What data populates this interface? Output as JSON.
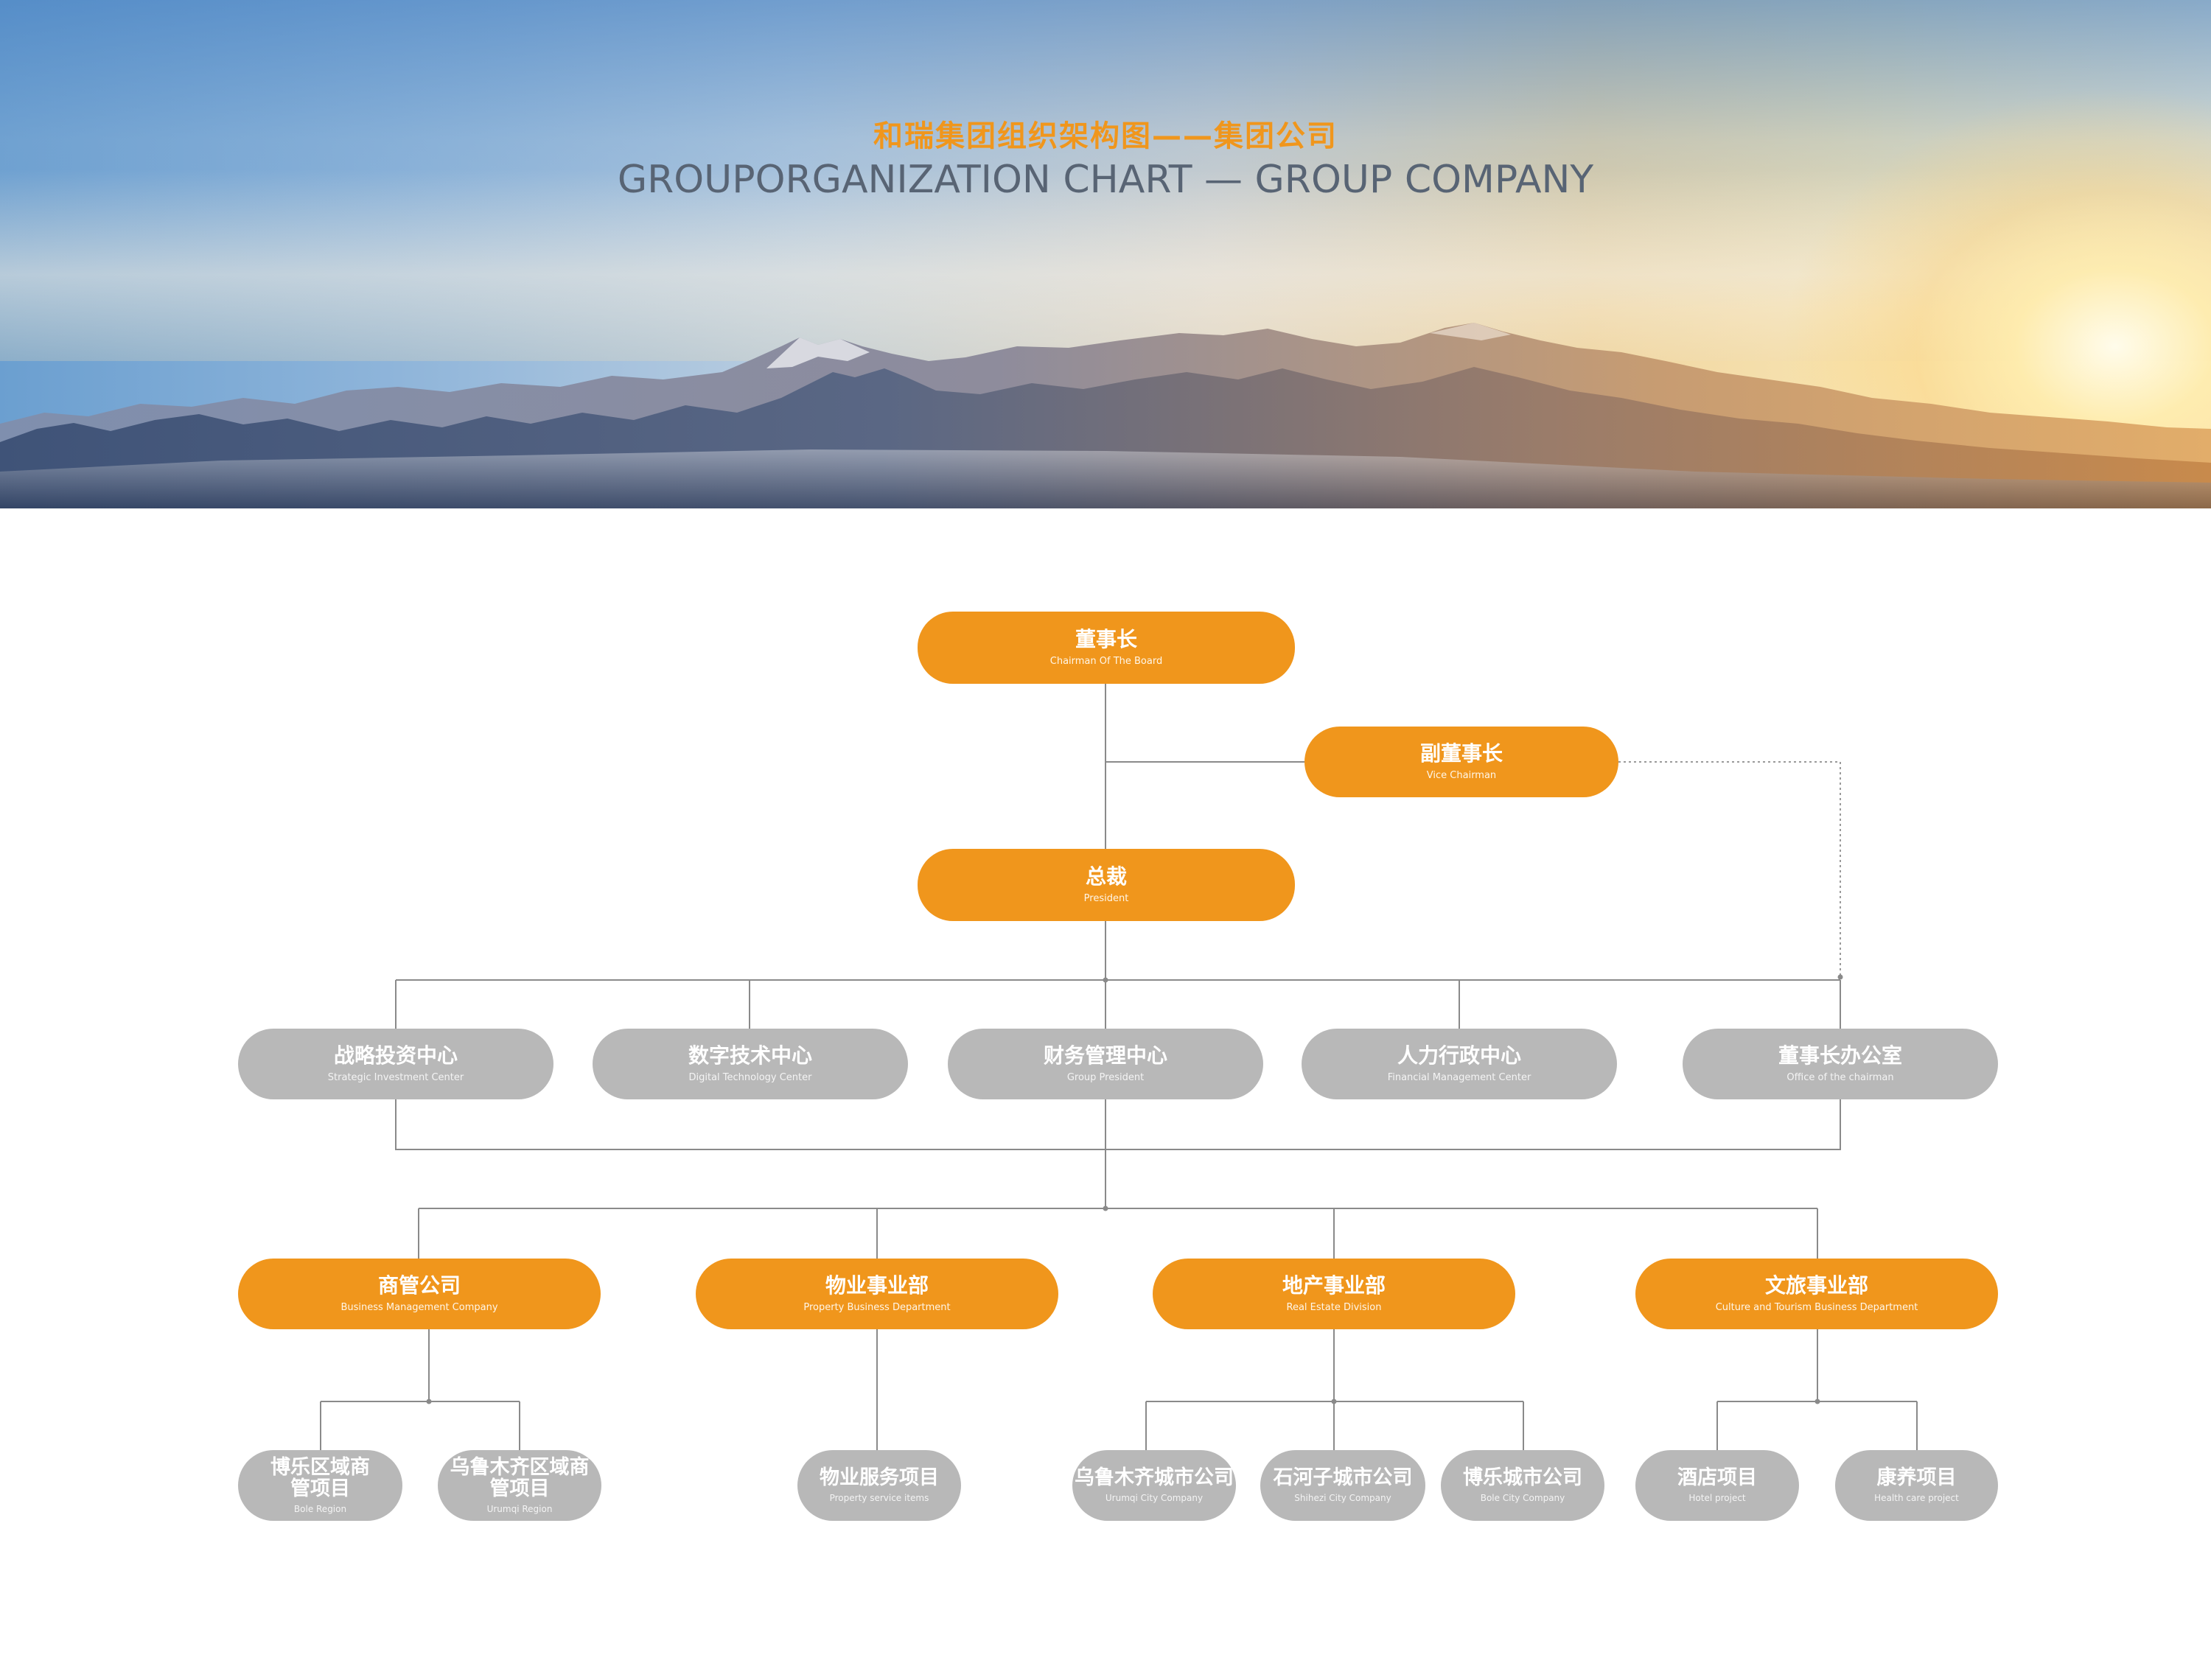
{
  "header": {
    "title_cn": "和瑞集团组织架构图——集团公司",
    "title_en": "GROUPORGANIZATION CHART — GROUP COMPANY"
  },
  "colors": {
    "orange": "#f0961c",
    "gray": "#b8b8b8",
    "line": "#8a8a8a",
    "title_en": "#586474"
  },
  "org": {
    "chairman": {
      "cn": "董事长",
      "en": "Chairman Of The Board"
    },
    "vice_chairman": {
      "cn": "副董事长",
      "en": "Vice Chairman"
    },
    "president": {
      "cn": "总裁",
      "en": "President"
    },
    "centers": [
      {
        "cn": "战略投资中心",
        "en": "Strategic Investment Center"
      },
      {
        "cn": "数字技术中心",
        "en": "Digital Technology Center"
      },
      {
        "cn": "财务管理中心",
        "en": "Group President"
      },
      {
        "cn": "人力行政中心",
        "en": "Financial Management Center"
      },
      {
        "cn": "董事长办公室",
        "en": "Office of the chairman"
      }
    ],
    "divisions": [
      {
        "cn": "商管公司",
        "en": "Business Management Company"
      },
      {
        "cn": "物业事业部",
        "en": "Property Business Department"
      },
      {
        "cn": "地产事业部",
        "en": "Real Estate Division"
      },
      {
        "cn": "文旅事业部",
        "en": "Culture and Tourism Business Department"
      }
    ],
    "units": [
      {
        "cn": "博乐区域商管项目",
        "en": "Bole Region"
      },
      {
        "cn": "乌鲁木齐区域商管项目",
        "en": "Urumqi Region"
      },
      {
        "cn": "物业服务项目",
        "en": "Property service items"
      },
      {
        "cn": "乌鲁木齐城市公司",
        "en": "Urumqi City Company"
      },
      {
        "cn": "石河子城市公司",
        "en": "Shihezi City Company"
      },
      {
        "cn": "博乐城市公司",
        "en": "Bole City Company"
      },
      {
        "cn": "酒店项目",
        "en": "Hotel project"
      },
      {
        "cn": "康养项目",
        "en": "Health care project"
      }
    ]
  }
}
